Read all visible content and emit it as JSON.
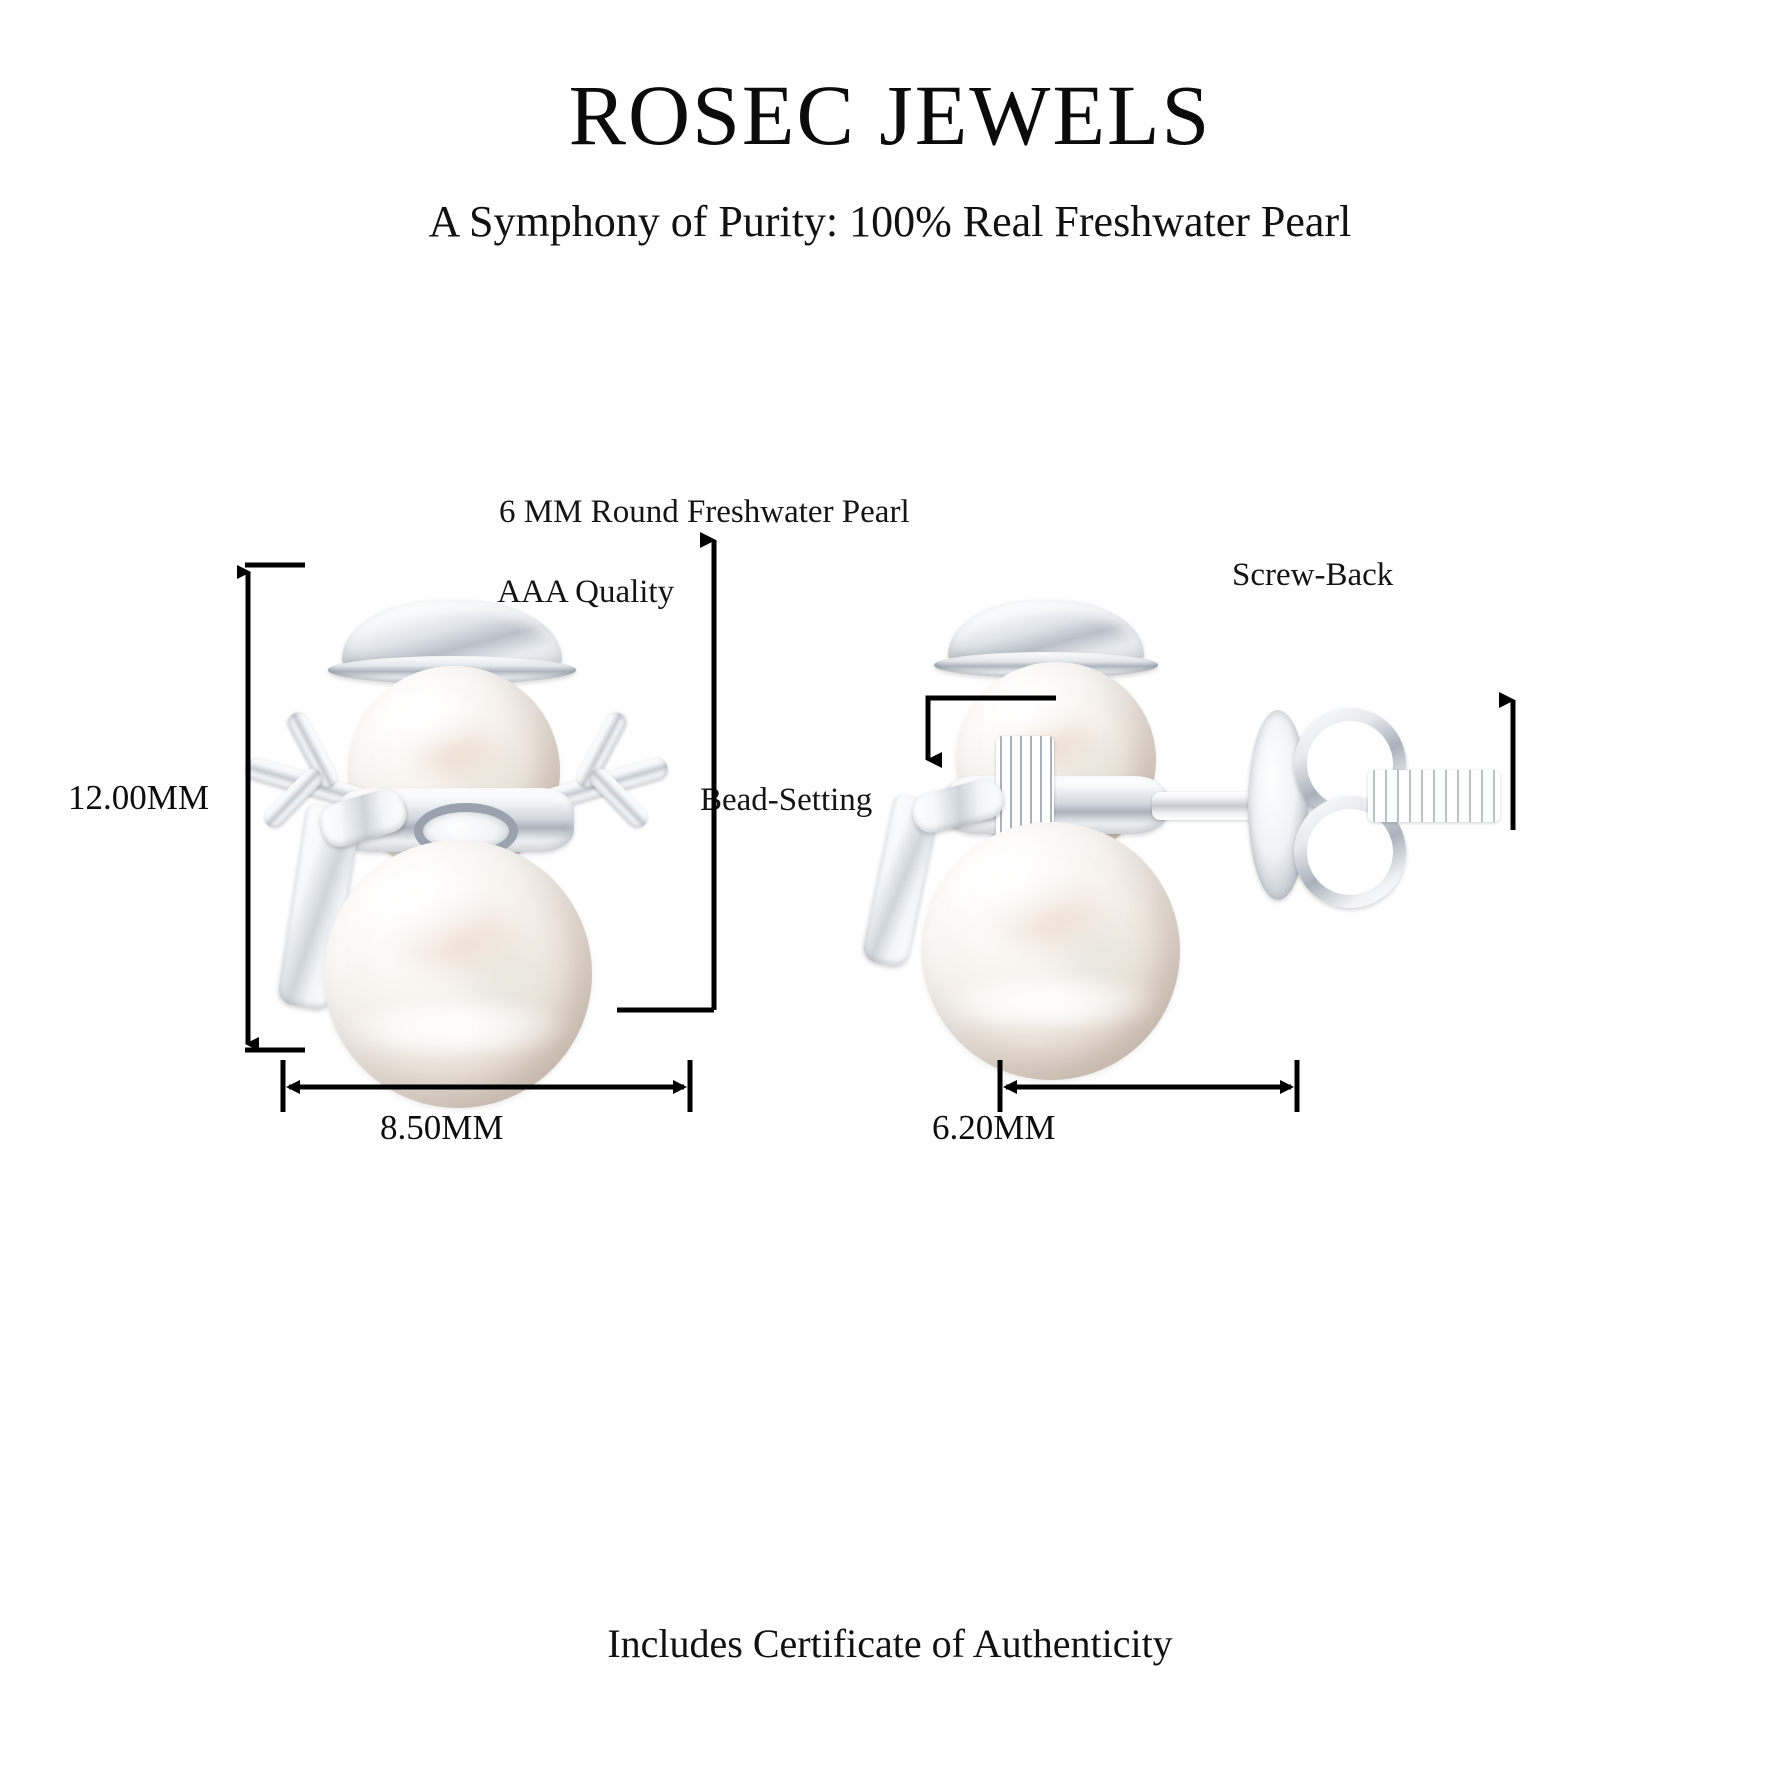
{
  "header": {
    "brand": "ROSEC JEWELS",
    "tagline": "A Symphony of Purity: 100% Real Freshwater Pearl"
  },
  "footer": {
    "note": "Includes Certificate of Authenticity"
  },
  "annotations": {
    "pearl_spec_line1": "6 MM Round Freshwater Pearl",
    "pearl_spec_line2": "AAA Quality",
    "bead_setting": "Bead-Setting",
    "screw_back": "Screw-Back"
  },
  "dimensions": {
    "height": "12.00MM",
    "width_front": "8.50MM",
    "width_side": "6.20MM"
  },
  "colors": {
    "background": "#ffffff",
    "text": "#111111",
    "rule": "#000000",
    "pearl_light": "#fdfcfa",
    "pearl_shadow": "#cfc2b5",
    "metal_light": "#ffffff",
    "metal_mid": "#c9ced4"
  },
  "views": {
    "front": {
      "name": "front-view",
      "label": "Snowman pearl stud front view"
    },
    "side": {
      "name": "side-view",
      "label": "Snowman pearl stud side view with screw back"
    }
  }
}
